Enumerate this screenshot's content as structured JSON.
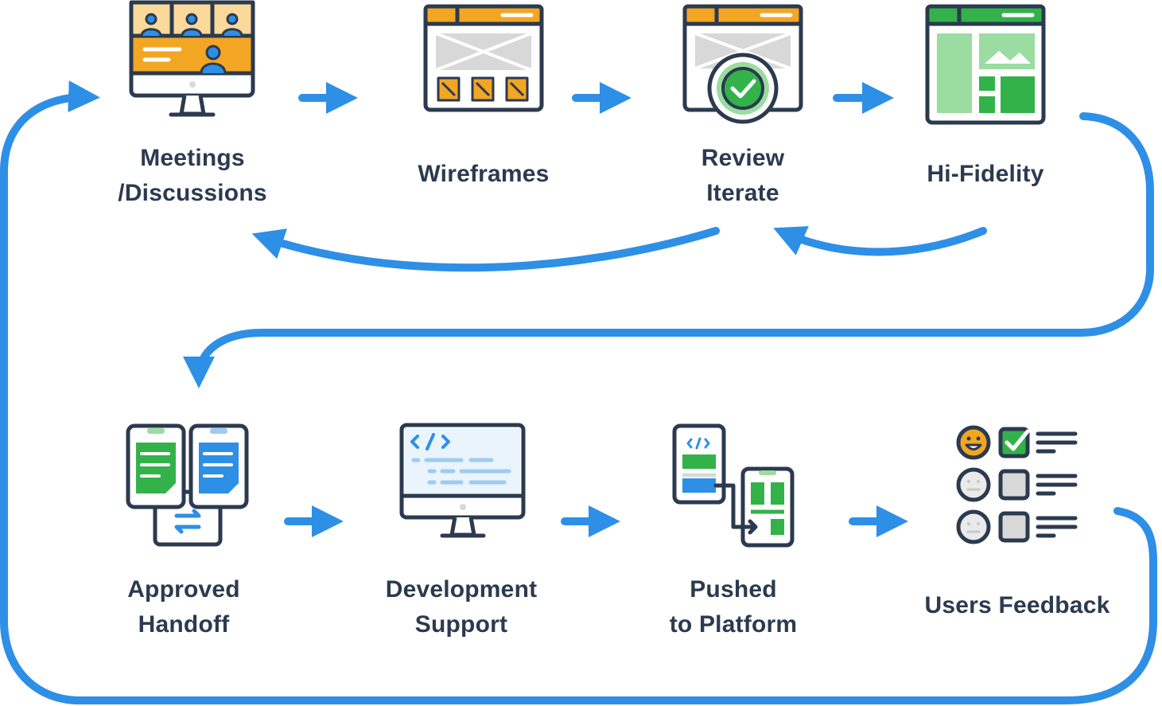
{
  "steps": [
    {
      "id": "meetings",
      "label_lines": [
        "Meetings",
        "/Discussions"
      ],
      "icon": "video-meeting-monitor-icon"
    },
    {
      "id": "wireframes",
      "label_lines": [
        "Wireframes"
      ],
      "icon": "wireframe-window-icon"
    },
    {
      "id": "review",
      "label_lines": [
        "Review",
        "Iterate"
      ],
      "icon": "review-checkmark-window-icon"
    },
    {
      "id": "hifi",
      "label_lines": [
        "Hi-Fidelity"
      ],
      "icon": "hi-fidelity-window-icon"
    },
    {
      "id": "handoff",
      "label_lines": [
        "Approved",
        "Handoff"
      ],
      "icon": "handoff-phones-icon"
    },
    {
      "id": "development",
      "label_lines": [
        "Development",
        "Support"
      ],
      "icon": "code-monitor-icon"
    },
    {
      "id": "pushed",
      "label_lines": [
        "Pushed",
        "to Platform"
      ],
      "icon": "deploy-devices-icon"
    },
    {
      "id": "feedback",
      "label_lines": [
        "Users Feedback"
      ],
      "icon": "feedback-survey-icon"
    }
  ],
  "colors": {
    "arrow": "#2e8fe6",
    "outline": "#2b3a4f",
    "orange": "#f2a623",
    "green": "#33b24a",
    "light_green": "#9bdca0",
    "blue": "#2e8fe6",
    "gray": "#d8d8d8",
    "label": "#2b3a4f"
  }
}
